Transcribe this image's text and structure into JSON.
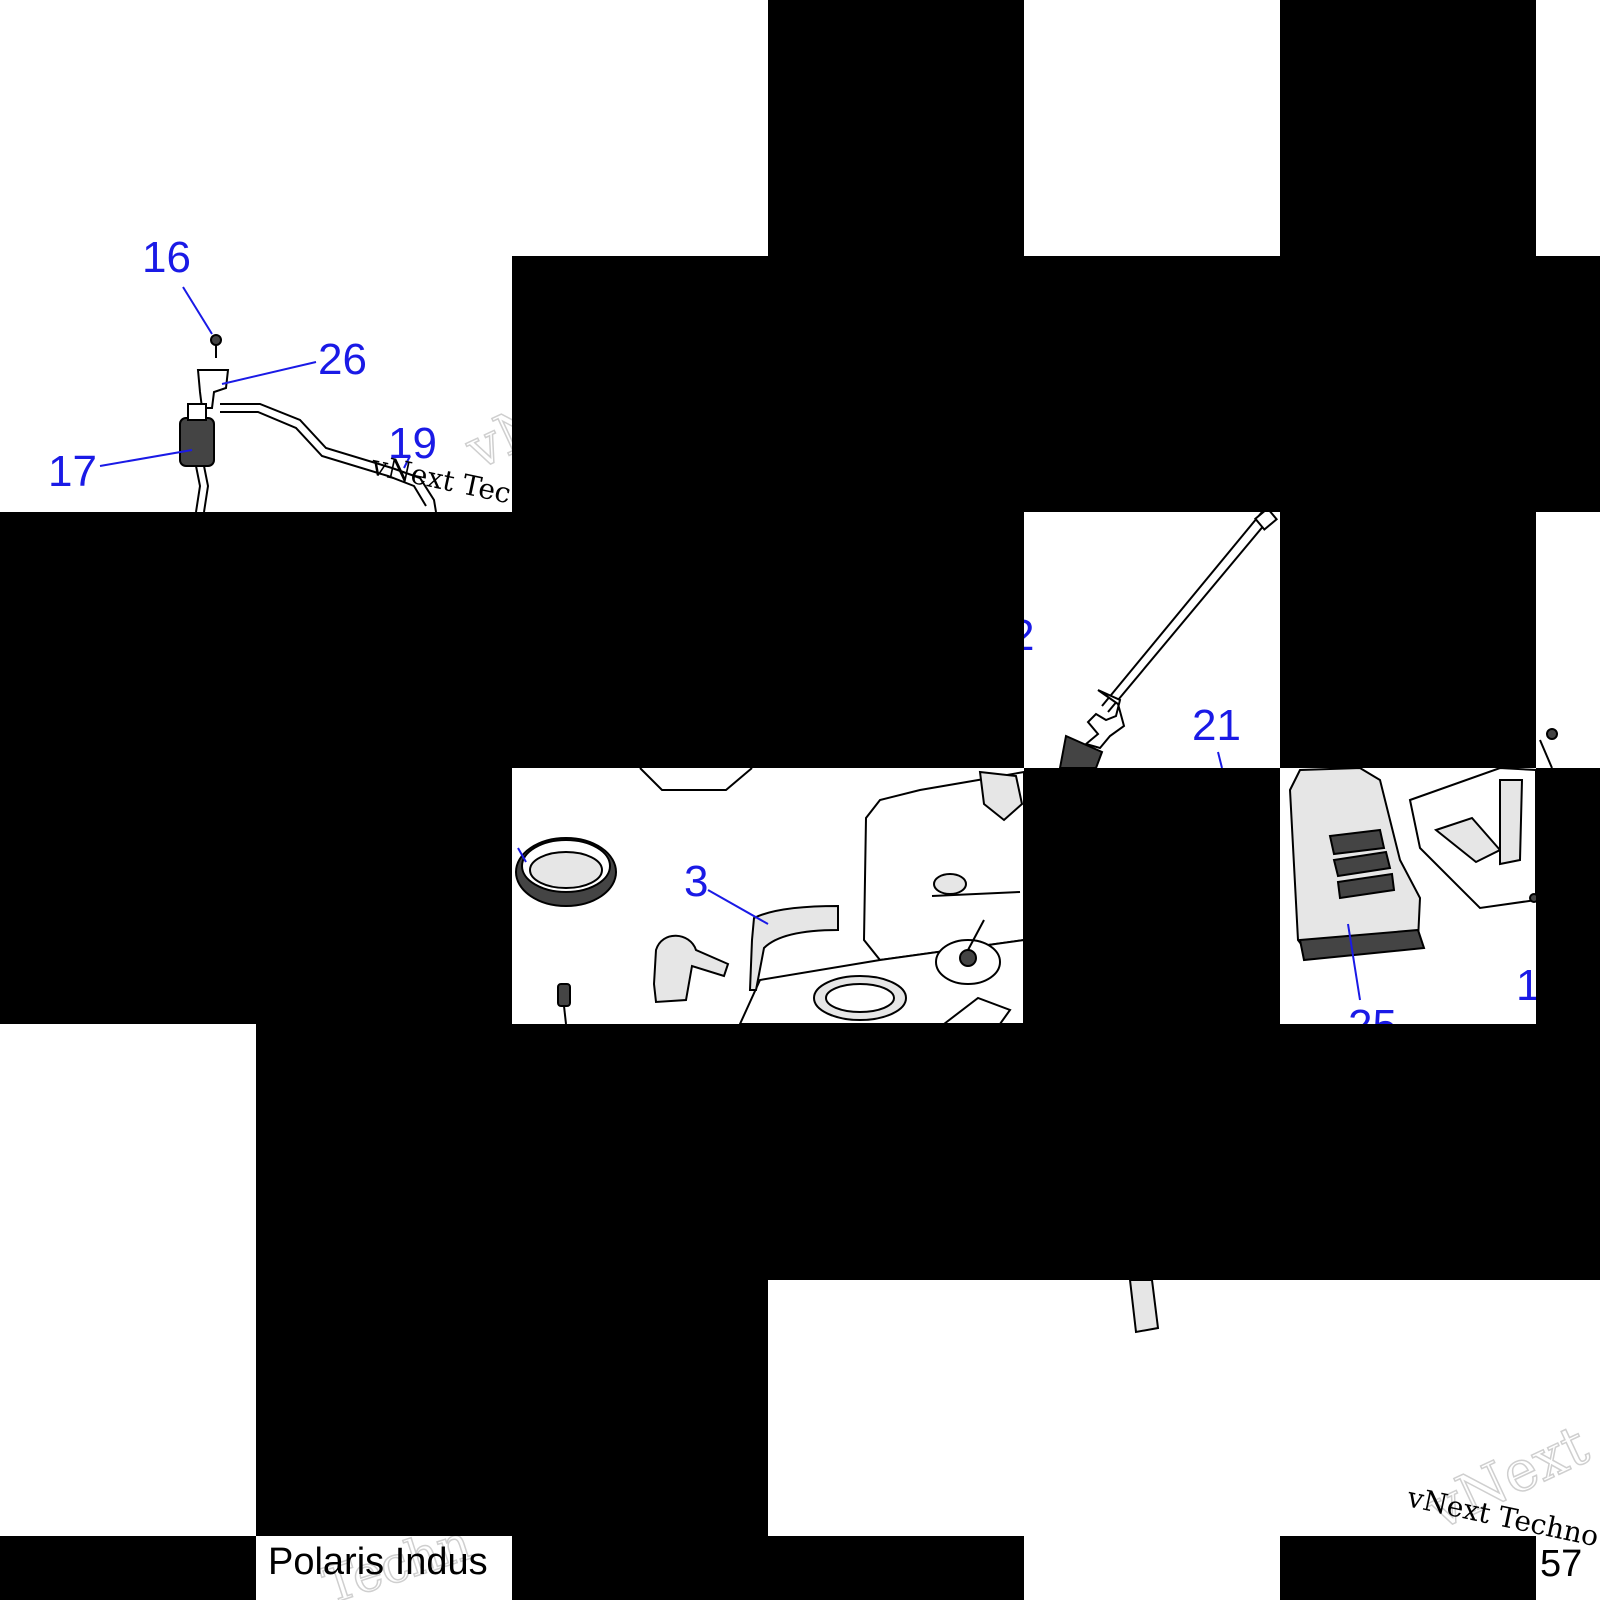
{
  "callouts": [
    {
      "text": "16"
    },
    {
      "text": "26"
    },
    {
      "text": "17"
    },
    {
      "text": "19"
    },
    {
      "text": "2"
    },
    {
      "text": "21"
    },
    {
      "text": "3"
    },
    {
      "text": "1"
    },
    {
      "text": "25"
    }
  ],
  "watermarks": [
    {
      "text": "vNext Tec"
    },
    {
      "text": "vNext Techno"
    }
  ],
  "footer": {
    "company": "Polaris Indus",
    "page": "57"
  }
}
